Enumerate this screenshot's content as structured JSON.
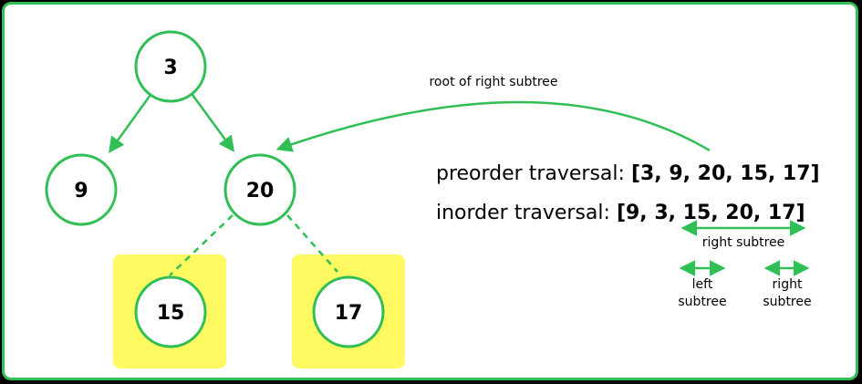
{
  "tree": {
    "nodes": [
      {
        "id": "n3",
        "label": "3"
      },
      {
        "id": "n9",
        "label": "9"
      },
      {
        "id": "n20",
        "label": "20"
      },
      {
        "id": "n15",
        "label": "15"
      },
      {
        "id": "n17",
        "label": "17"
      }
    ]
  },
  "arrow_label": "root of right subtree",
  "preorder": {
    "label": "preorder traversal: ",
    "values": "[3, 9, 20, 15, 17]"
  },
  "inorder": {
    "label": "inorder traversal: ",
    "values": "[9, 3, 15, 20, 17]"
  },
  "brackets": {
    "right_subtree": "right subtree",
    "left_line1": "left",
    "left_line2": "subtree",
    "right_line1": "right",
    "right_line2": "subtree"
  },
  "colors": {
    "accent": "#2fbf55",
    "highlight": "#fff962",
    "background": "#000000"
  }
}
